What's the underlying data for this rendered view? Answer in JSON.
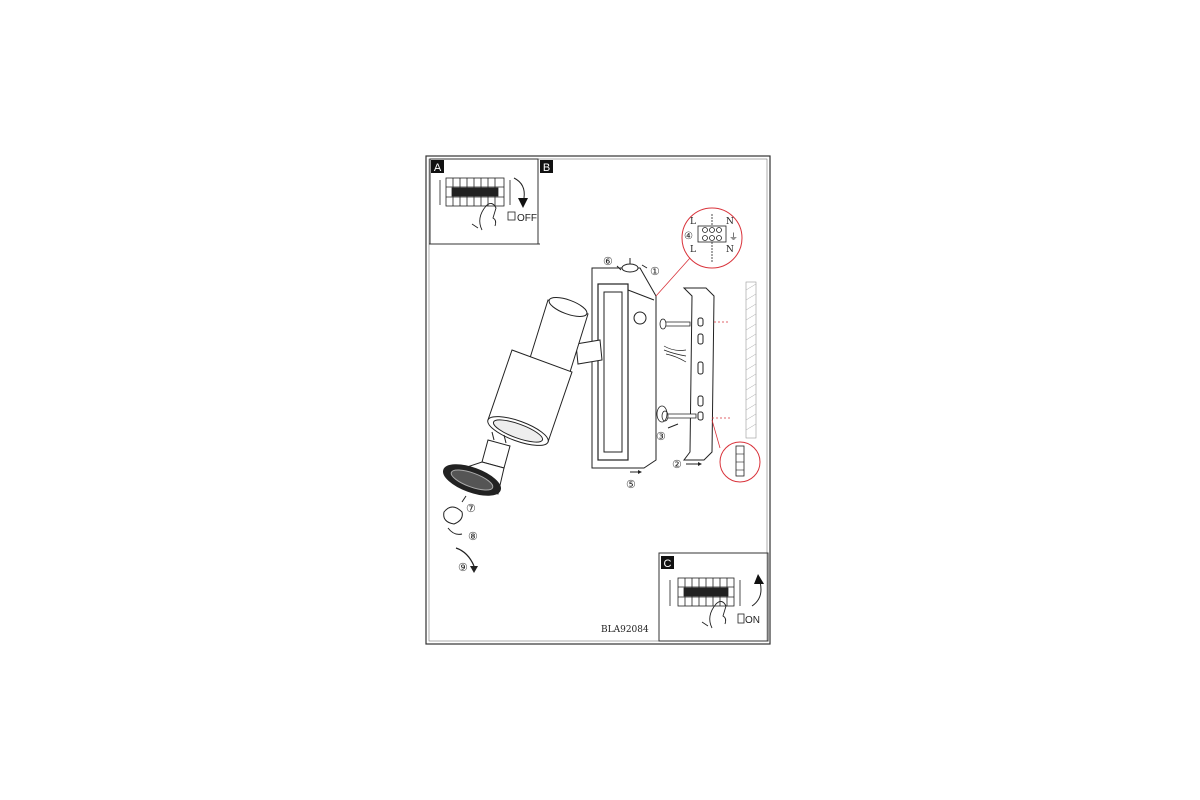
{
  "panels": {
    "a": {
      "letter": "A",
      "switch_label": "OFF"
    },
    "b": {
      "letter": "B"
    },
    "c": {
      "letter": "C",
      "switch_label": "ON"
    }
  },
  "model_code": "BLA92084",
  "steps": [
    "①",
    "②",
    "③",
    "④",
    "⑤",
    "⑥",
    "⑦",
    "⑧",
    "⑨"
  ],
  "wiring": {
    "live": "L",
    "neutral": "N",
    "step": "④"
  },
  "colors": {
    "line": "#222222",
    "accent": "#d9333b",
    "tab_bg": "#111111",
    "tab_fg": "#ffffff"
  }
}
